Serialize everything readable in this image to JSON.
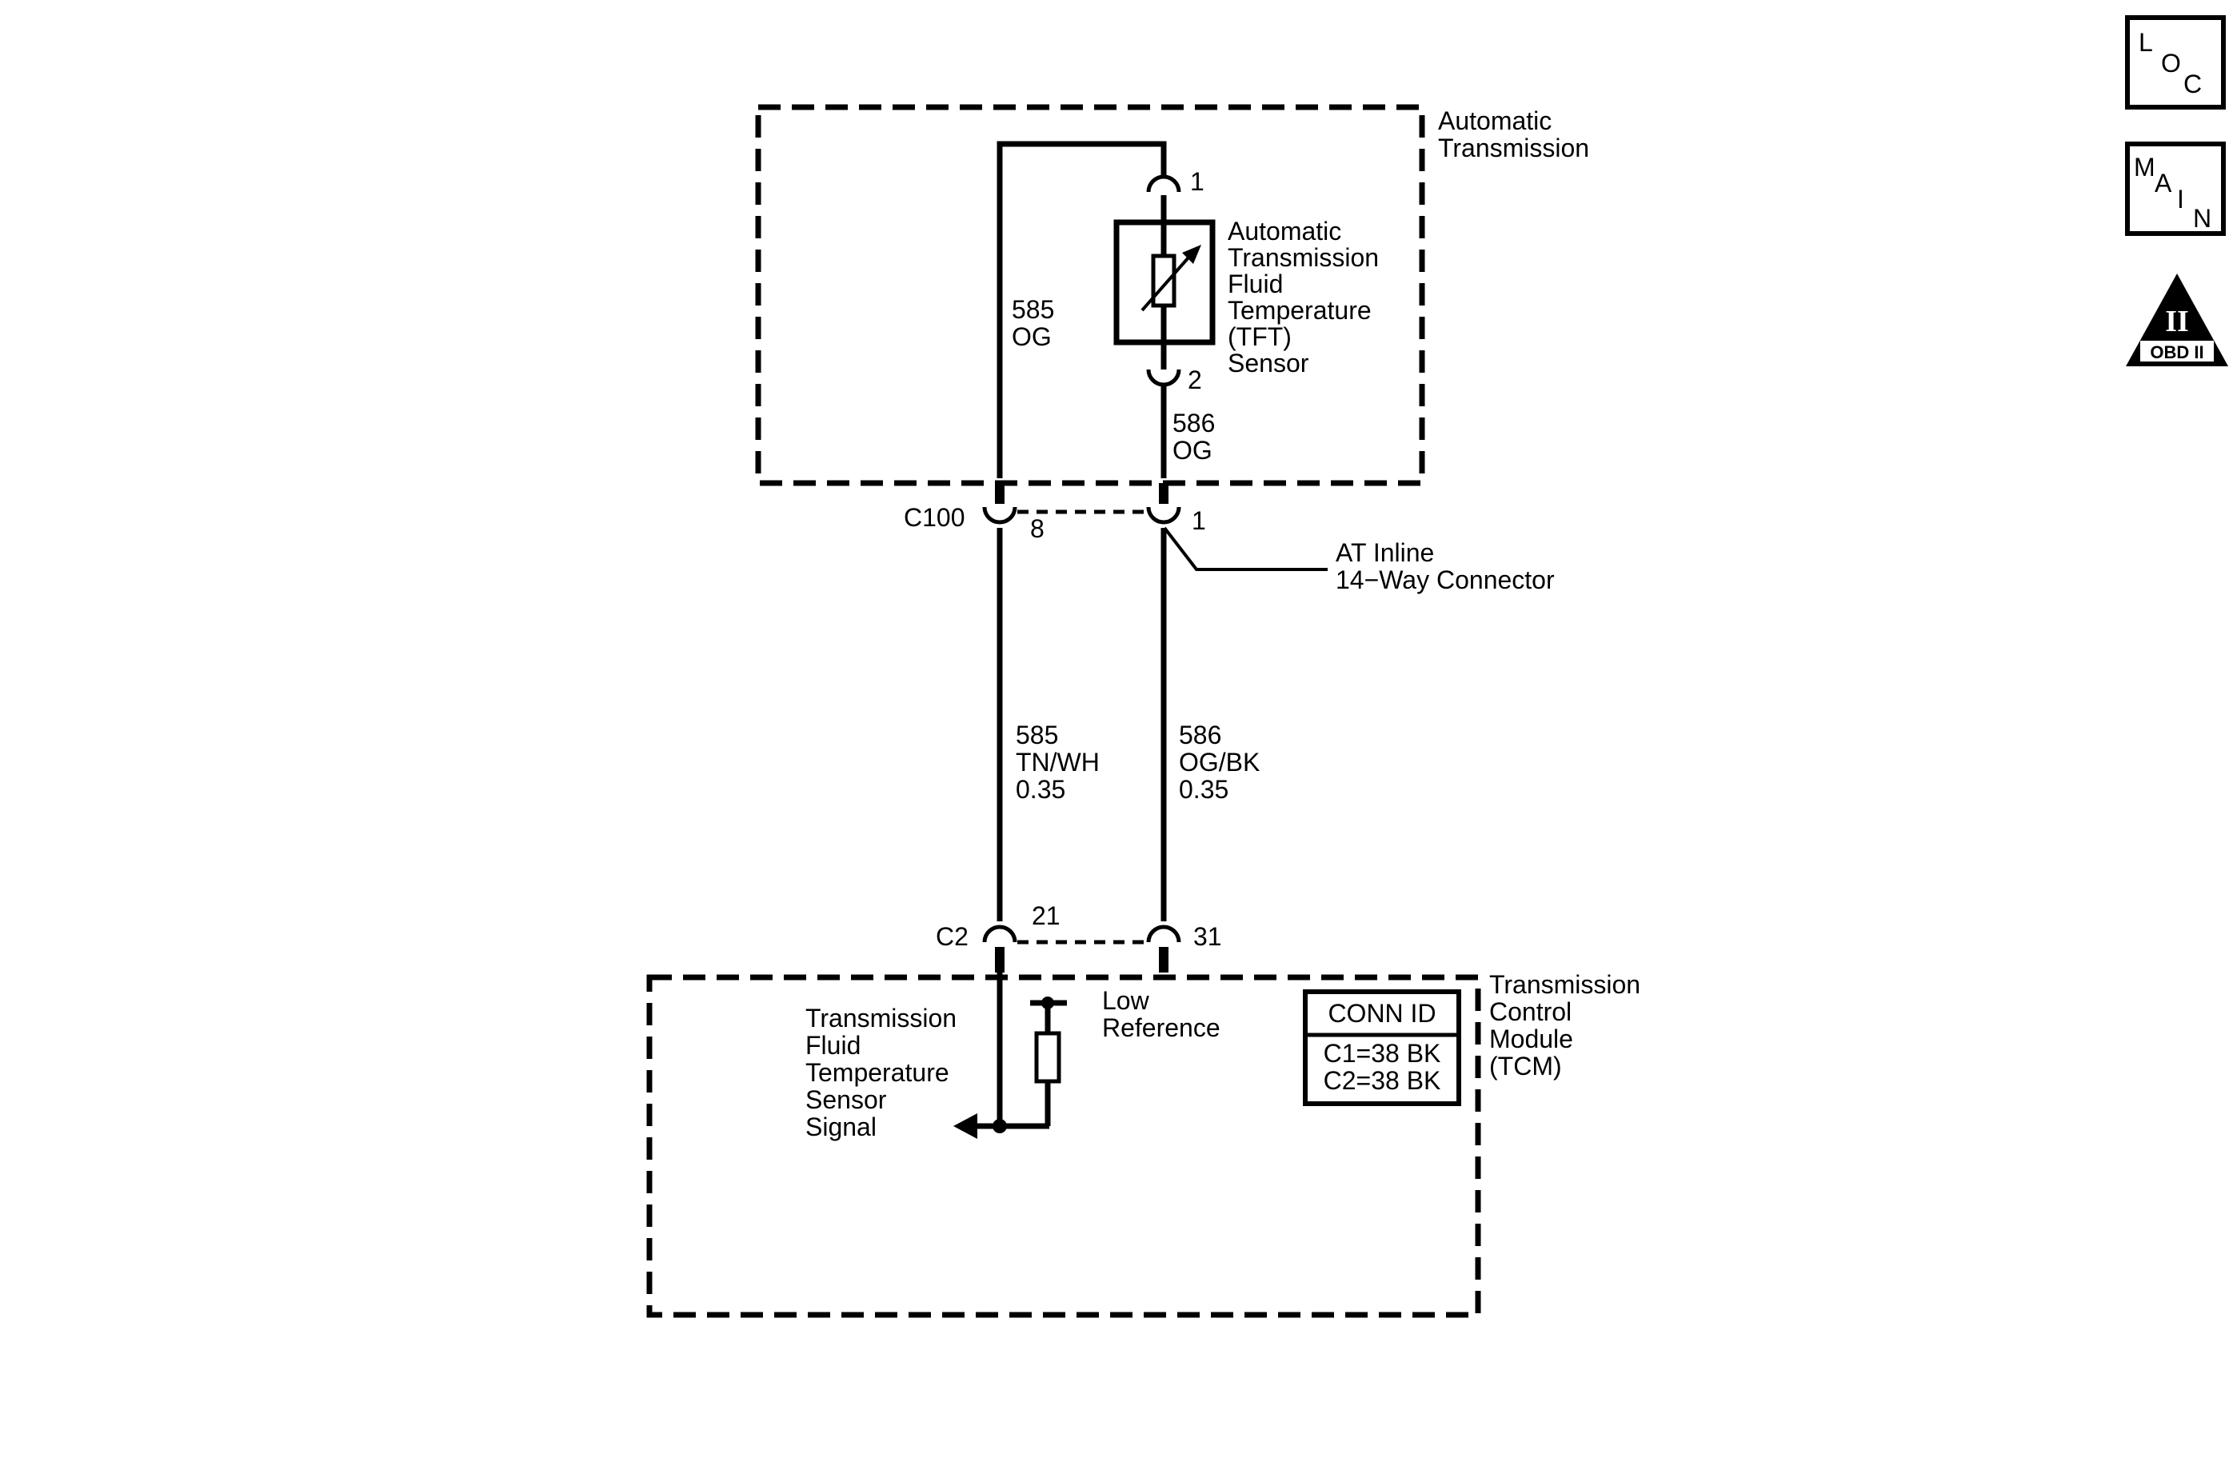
{
  "transmission_box": {
    "title_line1": "Automatic",
    "title_line2": "Transmission"
  },
  "sensor": {
    "label_lines": [
      "Automatic",
      "Transmission",
      "Fluid",
      "Temperature",
      "(TFT)",
      "Sensor"
    ],
    "pin_top": "1",
    "pin_bottom": "2"
  },
  "wires": {
    "left_inner": {
      "circuit": "585",
      "color": "OG"
    },
    "right_inner": {
      "circuit": "586",
      "color": "OG"
    },
    "left_harness": {
      "circuit": "585",
      "color": "TN/WH",
      "gauge": "0.35"
    },
    "right_harness": {
      "circuit": "586",
      "color": "OG/BK",
      "gauge": "0.35"
    }
  },
  "inline_connector": {
    "id": "C100",
    "pin_left": "8",
    "pin_right": "1",
    "label_line1": "AT Inline",
    "label_line2": "14−Way Connector"
  },
  "tcm_connector": {
    "id": "C2",
    "pin_left": "21",
    "pin_right": "31"
  },
  "tcm_box": {
    "title_lines": [
      "Transmission",
      "Control",
      "Module",
      "(TCM)"
    ],
    "signal_label_lines": [
      "Transmission",
      "Fluid",
      "Temperature",
      "Sensor",
      "Signal"
    ],
    "low_ref_line1": "Low",
    "low_ref_line2": "Reference",
    "conn_id_header": "CONN ID",
    "conn_id_c1": "C1=38 BK",
    "conn_id_c2": "C2=38 BK"
  },
  "side_icons": {
    "loc": {
      "l1": "L",
      "l2": "O",
      "l3": "C"
    },
    "main": {
      "l1": "M",
      "l2": "A",
      "l3": "I",
      "l4": "N"
    },
    "obd": {
      "symbol": "II",
      "label": "OBD II"
    }
  }
}
